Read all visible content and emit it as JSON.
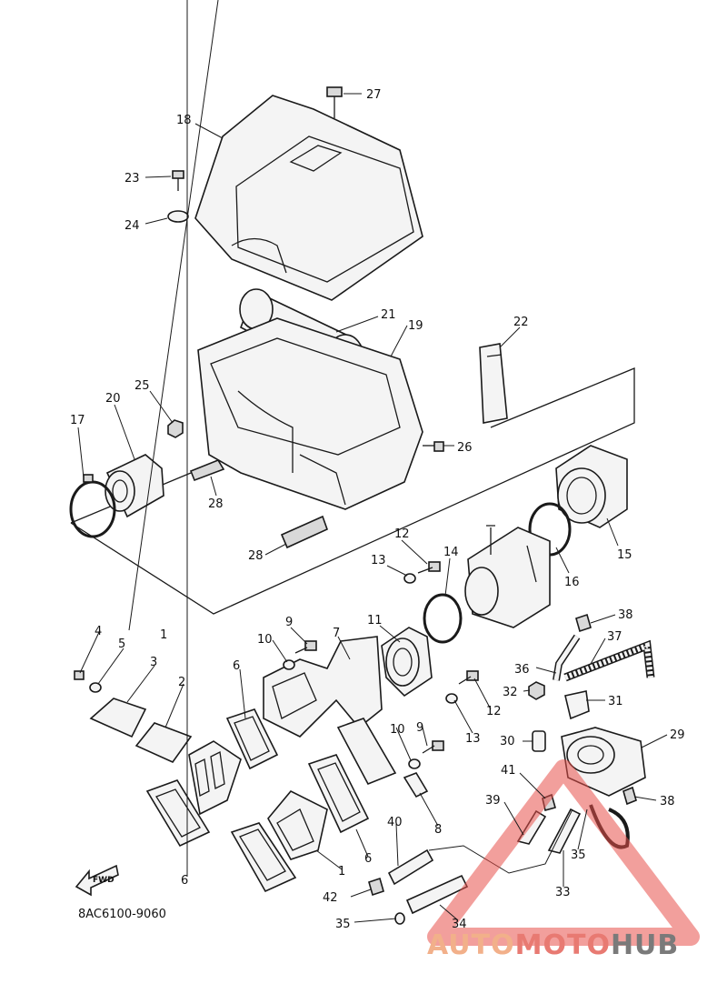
{
  "diagram": {
    "part_code": "8AC6100-9060",
    "fwd_arrow_label": "FWD",
    "watermark": {
      "word1": "AUTO",
      "word2": "MOTO",
      "word3": "HUB",
      "color_primary": "#e8504a",
      "color_secondary": "#f2b08a",
      "color_text_dark": "#7a7a7a"
    },
    "callouts": [
      {
        "id": "c27a",
        "label": "27"
      },
      {
        "id": "c18",
        "label": "18"
      },
      {
        "id": "c23",
        "label": "23"
      },
      {
        "id": "c24",
        "label": "24"
      },
      {
        "id": "c21",
        "label": "21"
      },
      {
        "id": "c19",
        "label": "19"
      },
      {
        "id": "c22",
        "label": "22"
      },
      {
        "id": "c25",
        "label": "25"
      },
      {
        "id": "c20",
        "label": "20"
      },
      {
        "id": "c17",
        "label": "17"
      },
      {
        "id": "c26",
        "label": "26"
      },
      {
        "id": "c28a",
        "label": "28"
      },
      {
        "id": "c28b",
        "label": "28"
      },
      {
        "id": "c15",
        "label": "15"
      },
      {
        "id": "c16",
        "label": "16"
      },
      {
        "id": "c12a",
        "label": "12"
      },
      {
        "id": "c13a",
        "label": "13"
      },
      {
        "id": "c14",
        "label": "14"
      },
      {
        "id": "c38a",
        "label": "38"
      },
      {
        "id": "c9a",
        "label": "9"
      },
      {
        "id": "c10a",
        "label": "10"
      },
      {
        "id": "c11",
        "label": "11"
      },
      {
        "id": "c7",
        "label": "7"
      },
      {
        "id": "c36",
        "label": "36"
      },
      {
        "id": "c37",
        "label": "37"
      },
      {
        "id": "c4",
        "label": "4"
      },
      {
        "id": "c1a",
        "label": "1"
      },
      {
        "id": "c5",
        "label": "5"
      },
      {
        "id": "c3",
        "label": "3"
      },
      {
        "id": "c2",
        "label": "2"
      },
      {
        "id": "c6a",
        "label": "6"
      },
      {
        "id": "c32",
        "label": "32"
      },
      {
        "id": "c31",
        "label": "31"
      },
      {
        "id": "c12b",
        "label": "12"
      },
      {
        "id": "c13b",
        "label": "13"
      },
      {
        "id": "c9b",
        "label": "9"
      },
      {
        "id": "c30",
        "label": "30"
      },
      {
        "id": "c29",
        "label": "29"
      },
      {
        "id": "c10b",
        "label": "10"
      },
      {
        "id": "c41",
        "label": "41"
      },
      {
        "id": "c8",
        "label": "8"
      },
      {
        "id": "c39",
        "label": "39"
      },
      {
        "id": "c38b",
        "label": "38"
      },
      {
        "id": "c40",
        "label": "40"
      },
      {
        "id": "c6b",
        "label": "6"
      },
      {
        "id": "c35a",
        "label": "35"
      },
      {
        "id": "c1b",
        "label": "1"
      },
      {
        "id": "c6c",
        "label": "6"
      },
      {
        "id": "c33",
        "label": "33"
      },
      {
        "id": "c42",
        "label": "42"
      },
      {
        "id": "c34",
        "label": "34"
      },
      {
        "id": "c35b",
        "label": "35"
      }
    ]
  }
}
